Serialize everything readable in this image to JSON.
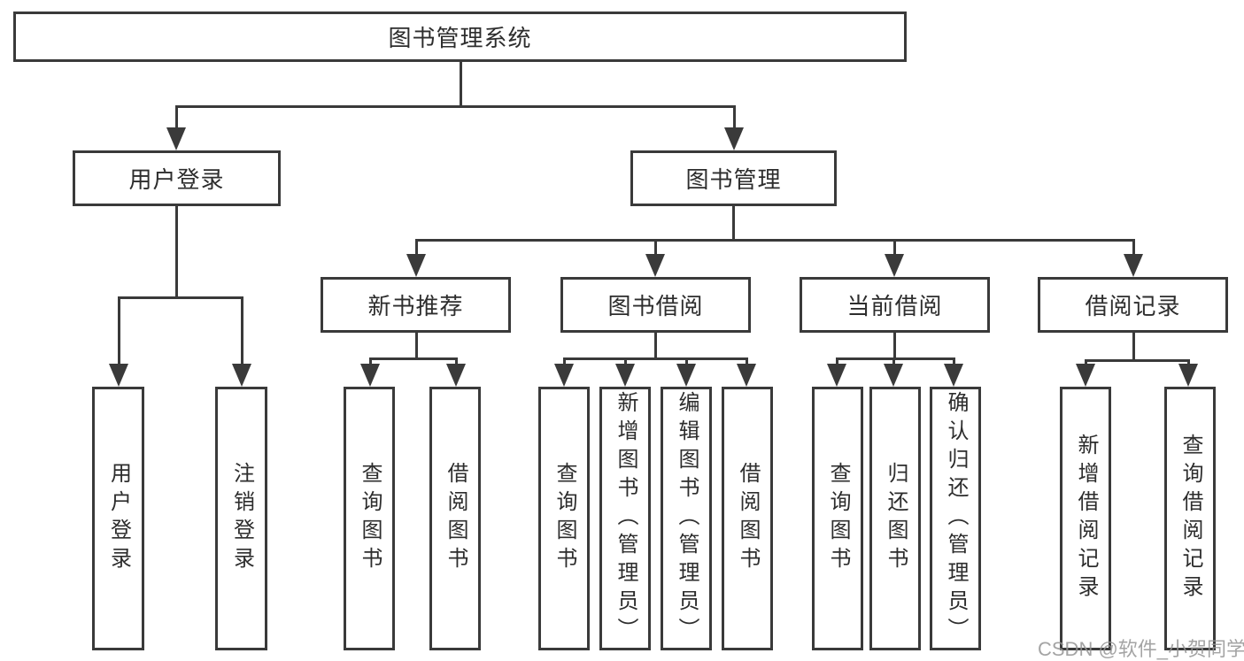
{
  "page": {
    "watermark": "CSDN @软件_小贺同学",
    "colors": {
      "line": "#3a3a3a",
      "box_background": "#ffffff",
      "text": "#2d2d2d",
      "watermark": "#949494"
    }
  },
  "tree": {
    "root": {
      "label": "图书管理系统",
      "children": [
        {
          "label": "用户登录",
          "children": [
            {
              "label": "用户登录"
            },
            {
              "label": "注销登录"
            }
          ]
        },
        {
          "label": "图书管理",
          "children": [
            {
              "label": "新书推荐",
              "children": [
                {
                  "label": "查询图书"
                },
                {
                  "label": "借阅图书"
                }
              ]
            },
            {
              "label": "图书借阅",
              "children": [
                {
                  "label": "查询图书"
                },
                {
                  "label": "新增图书（管理员）"
                },
                {
                  "label": "编辑图书（管理员）"
                },
                {
                  "label": "借阅图书"
                }
              ]
            },
            {
              "label": "当前借阅",
              "children": [
                {
                  "label": "查询图书"
                },
                {
                  "label": "归还图书"
                },
                {
                  "label": "确认归还（管理员）"
                }
              ]
            },
            {
              "label": "借阅记录",
              "children": [
                {
                  "label": "新增借阅记录"
                },
                {
                  "label": "查询借阅记录"
                }
              ]
            }
          ]
        }
      ]
    }
  }
}
